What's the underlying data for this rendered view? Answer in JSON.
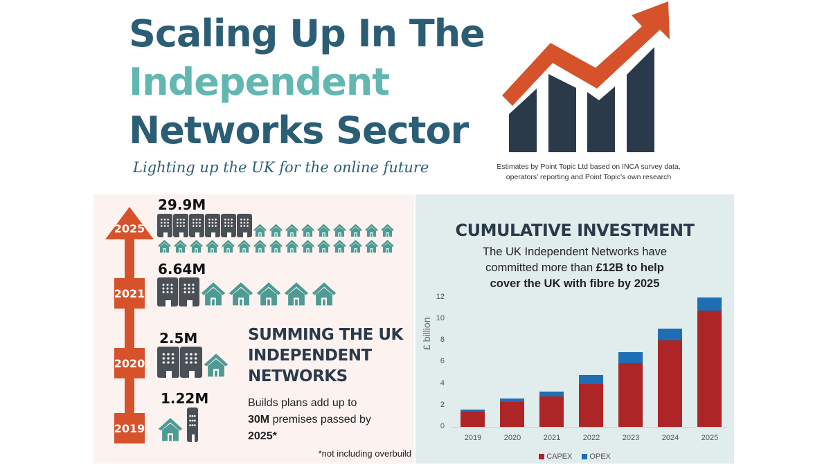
{
  "header": {
    "title_line1": "Scaling Up In The",
    "title_line2": "Independent",
    "title_line3": "Networks Sector",
    "subtitle": "Lighting up the UK for the online future",
    "source_line1": "Estimates by Point Topic Ltd based on INCA survey data,",
    "source_line2": "operators' reporting and Point Topic's own research",
    "logo_icon": "growth-bar-chart-arrow-icon"
  },
  "colors": {
    "title_dark": "#2b5d75",
    "title_teal": "#62b7b0",
    "accent_orange": "#d5522b",
    "building": "#4b4f56",
    "house": "#4e9a94",
    "capex": "#ad2526",
    "opex": "#1f6db3",
    "left_bg": "#fcf3f1",
    "right_bg": "#e1ecec"
  },
  "timeline": {
    "milestones": [
      {
        "year": "2025",
        "count": "29.9M",
        "buildings": 6,
        "houses": 24
      },
      {
        "year": "2021",
        "count": "6.64M",
        "buildings": 2,
        "houses": 5
      },
      {
        "year": "2020",
        "count": "2.5M",
        "buildings": 2,
        "houses": 1
      },
      {
        "year": "2019",
        "count": "1.22M",
        "buildings": 0.3,
        "houses": 1
      }
    ],
    "icons": [
      "building-icon",
      "house-icon",
      "up-arrow-icon"
    ]
  },
  "summary": {
    "title_line1": "SUMMING THE UK",
    "title_line2": "INDEPENDENT",
    "title_line3": "NETWORKS",
    "text_line1": "Builds plans add up to",
    "text_bold1": "30M",
    "text_line2": " premises passed by",
    "text_bold2": "2025*",
    "footnote": "*not including overbuild"
  },
  "investment": {
    "title": "CUMULATIVE INVESTMENT",
    "desc_line1": "The UK Independent Networks have",
    "desc_line2_plain": "committed more than ",
    "desc_line2_bold": "£12B to help",
    "desc_line3_bold": "cover the UK with fibre by 2025"
  },
  "chart_data": {
    "type": "bar",
    "stacked": true,
    "title": "CUMULATIVE INVESTMENT",
    "xlabel": "",
    "ylabel": "£ billion",
    "categories": [
      "2019",
      "2020",
      "2021",
      "2022",
      "2023",
      "2024",
      "2025"
    ],
    "series": [
      {
        "name": "CAPEX",
        "color": "#ad2526",
        "values": [
          1.4,
          2.3,
          2.8,
          4.0,
          5.9,
          8.0,
          10.8
        ]
      },
      {
        "name": "OPEX",
        "color": "#1f6db3",
        "values": [
          0.2,
          0.3,
          0.5,
          0.8,
          1.0,
          1.1,
          1.2
        ]
      }
    ],
    "ylim": [
      0,
      12
    ],
    "yticks": [
      "0",
      "2",
      "4",
      "6",
      "8",
      "10",
      "12"
    ],
    "grid": false,
    "legend_position": "bottom"
  }
}
